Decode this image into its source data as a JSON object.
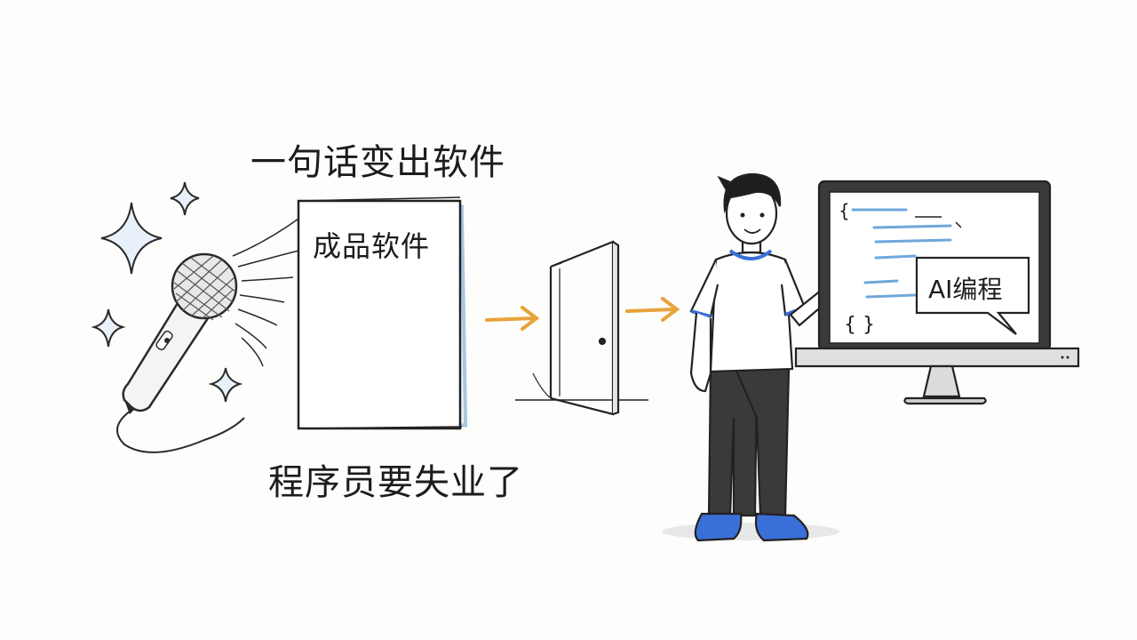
{
  "headline": "一句话变出软件",
  "document_label": "成品软件",
  "caption": "程序员要失业了",
  "speech_bubble": "AI编程",
  "code_open_brace": "{",
  "code_braces": "{ }",
  "colors": {
    "ink": "#1c1c1c",
    "accent_blue": "#6fa8dc",
    "arrow_orange": "#e8a33a",
    "shoe_blue": "#3a6fd8"
  },
  "icons": [
    "sparkle-icon",
    "microphone-icon",
    "sound-wave-icon",
    "document-icon",
    "arrow-right-icon",
    "open-door-icon",
    "person-icon",
    "monitor-icon",
    "speech-bubble-icon"
  ]
}
